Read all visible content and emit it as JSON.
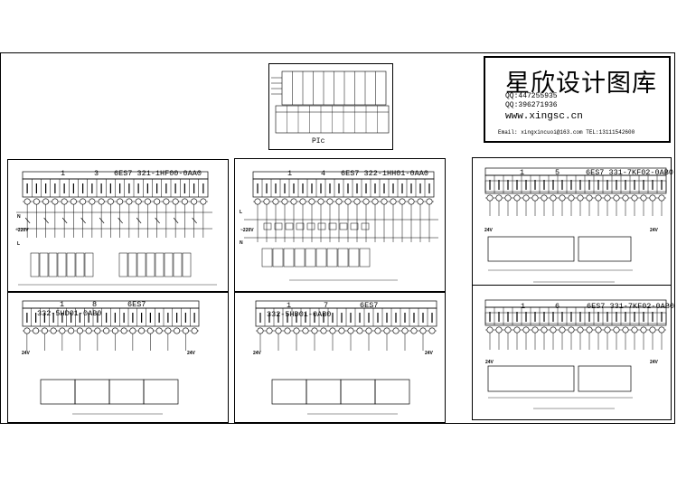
{
  "logo": {
    "title": "星欣设计图库",
    "qq1": "QQ:447255935",
    "qq2": "QQ:396271936",
    "website": "www.xingsc.cn",
    "email_tel": "Email: xingxincuoi@163.com  TEL:13111542600"
  },
  "plc_panel": {
    "label": "PIc"
  },
  "panels": [
    {
      "id": "p1",
      "title": "6ES7 321-1HF00-0AA0",
      "prefix": "1",
      "num": "3"
    },
    {
      "id": "p2",
      "title": "6ES7 322-1HH01-0AA0",
      "prefix": "1",
      "num": "4"
    },
    {
      "id": "p3",
      "title": "6ES7 331-7KF02-0AB0",
      "prefix": "1",
      "num": "5"
    },
    {
      "id": "p4",
      "title": "6ES7",
      "sub": "332-5HD01-0AB0",
      "prefix": "1",
      "num": "8"
    },
    {
      "id": "p5",
      "title": "6ES7",
      "sub": "332-5HD01-0AB0",
      "prefix": "1",
      "num": "7"
    },
    {
      "id": "p6",
      "title": "6ES7 331-7KF02-0AB0",
      "prefix": "1",
      "num": "6"
    }
  ],
  "voltage": {
    "v24": "24V",
    "v220": "~220V",
    "l": "L",
    "n": "N"
  }
}
